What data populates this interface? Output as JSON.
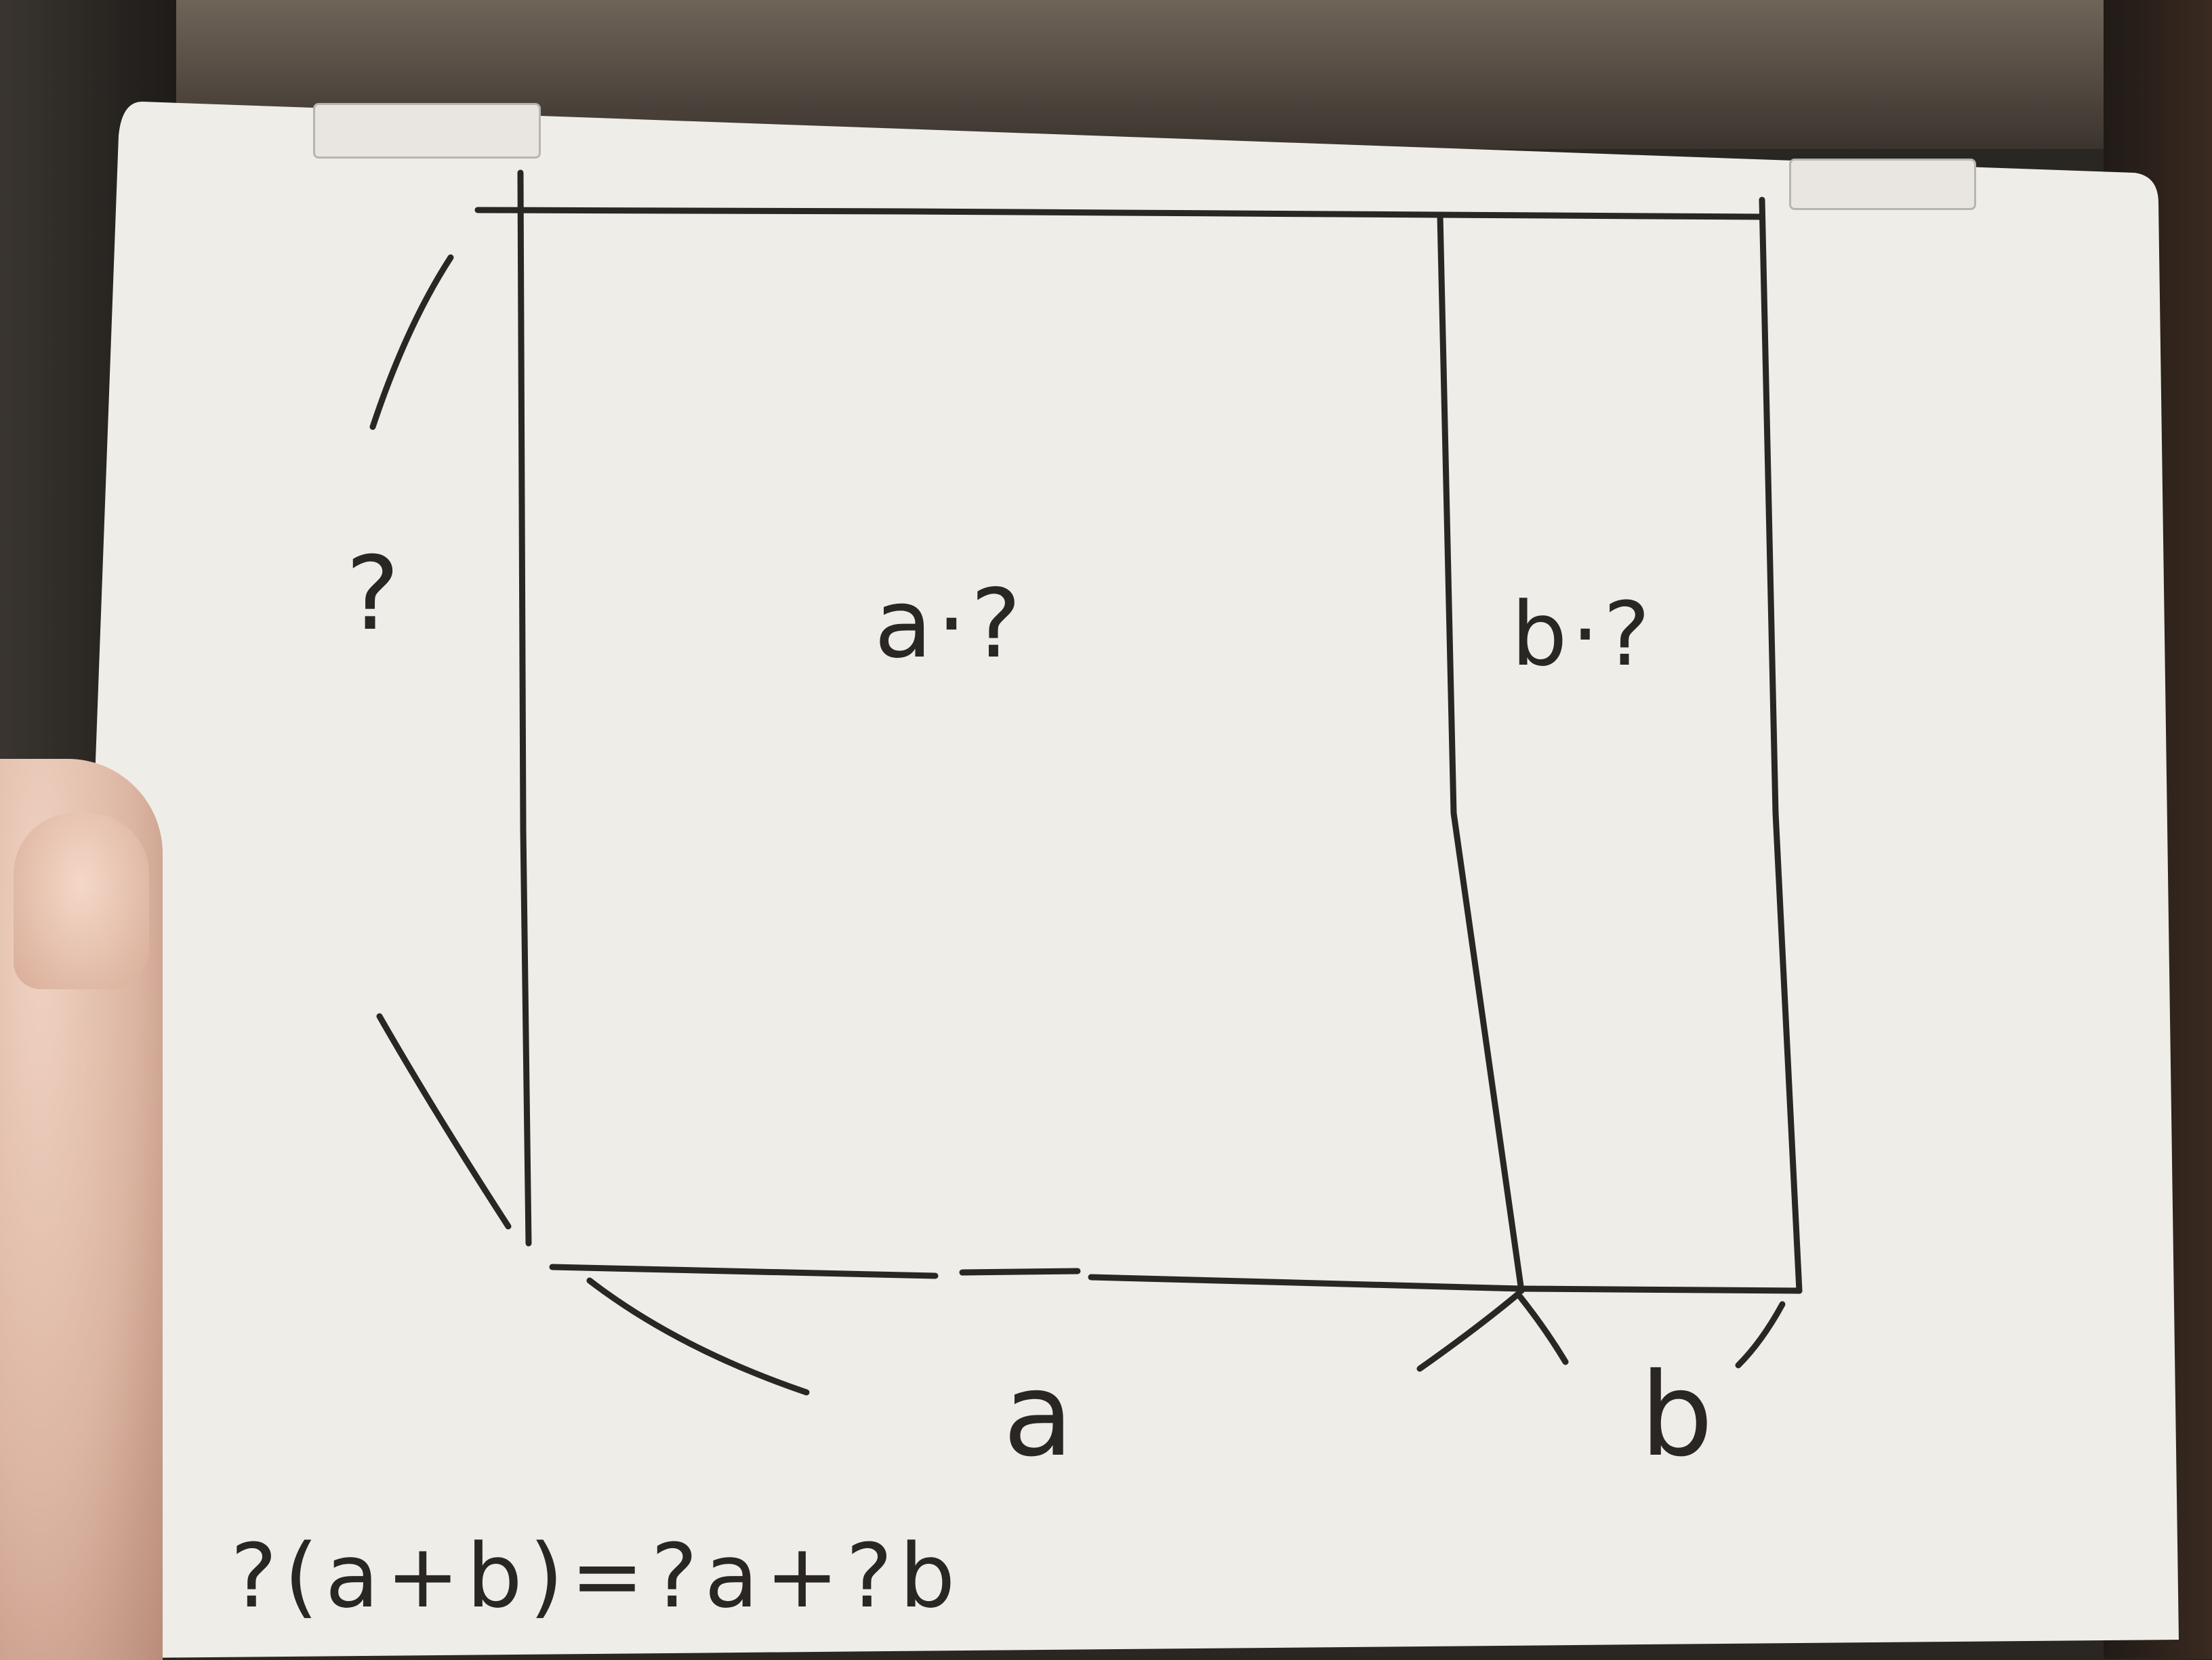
{
  "diagram": {
    "left_side_label": "?",
    "left_region_label": "a·?",
    "right_region_label": "b·?",
    "bottom_left_label": "a",
    "bottom_right_label": "b",
    "equation": "?(a+b)=?a+?b"
  },
  "colors": {
    "board": "#efede8",
    "marker": "#2a2624",
    "skin": "#e6c2b0"
  }
}
